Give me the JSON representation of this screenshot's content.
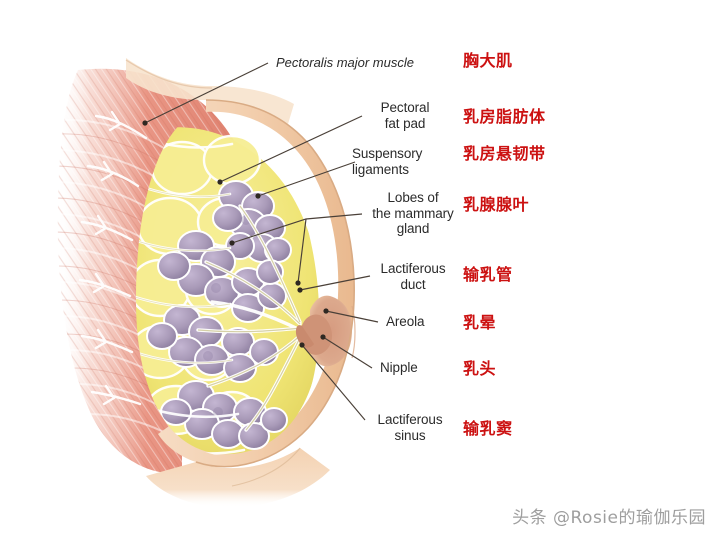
{
  "diagram": {
    "title_visible": false,
    "subject": "breast-anatomy-sagittal-section",
    "background_color": "#ffffff",
    "annotation_color": "#cc1111",
    "label_color": "#2b2b2b"
  },
  "labels": [
    {
      "id": "pectoralis-major-muscle",
      "english": "Pectoralis major muscle",
      "chinese": "胸大肌",
      "style": "italic"
    },
    {
      "id": "pectoral-fat-pad",
      "english": "Pectoral\nfat pad",
      "chinese": "乳房脂肪体",
      "style": "normal"
    },
    {
      "id": "suspensory-ligaments",
      "english": "Suspensory\nligaments",
      "chinese": "乳房悬韧带",
      "style": "normal"
    },
    {
      "id": "lobes-of-the-mammary-gland",
      "english": "Lobes of\nthe mammary\ngland",
      "chinese": "乳腺腺叶",
      "style": "normal"
    },
    {
      "id": "lactiferous-duct",
      "english": "Lactiferous\nduct",
      "chinese": "输乳管",
      "style": "normal"
    },
    {
      "id": "areola",
      "english": "Areola",
      "chinese": "乳晕",
      "style": "normal"
    },
    {
      "id": "nipple",
      "english": "Nipple",
      "chinese": "乳头",
      "style": "normal"
    },
    {
      "id": "lactiferous-sinus",
      "english": "Lactiferous\nsinus",
      "chinese": "输乳窦",
      "style": "normal"
    }
  ],
  "anatomy_colors": {
    "muscle": "#e8907e",
    "fat_pad": "#f2e878",
    "gland_lobule": "#a99ab8",
    "skin": "#f0c9a4",
    "areola": "#d9a88c",
    "connective_tissue": "#ffffff",
    "leader_line": "#4a4038"
  },
  "watermark": {
    "text": "头条 @Rosie的瑜伽乐园"
  }
}
